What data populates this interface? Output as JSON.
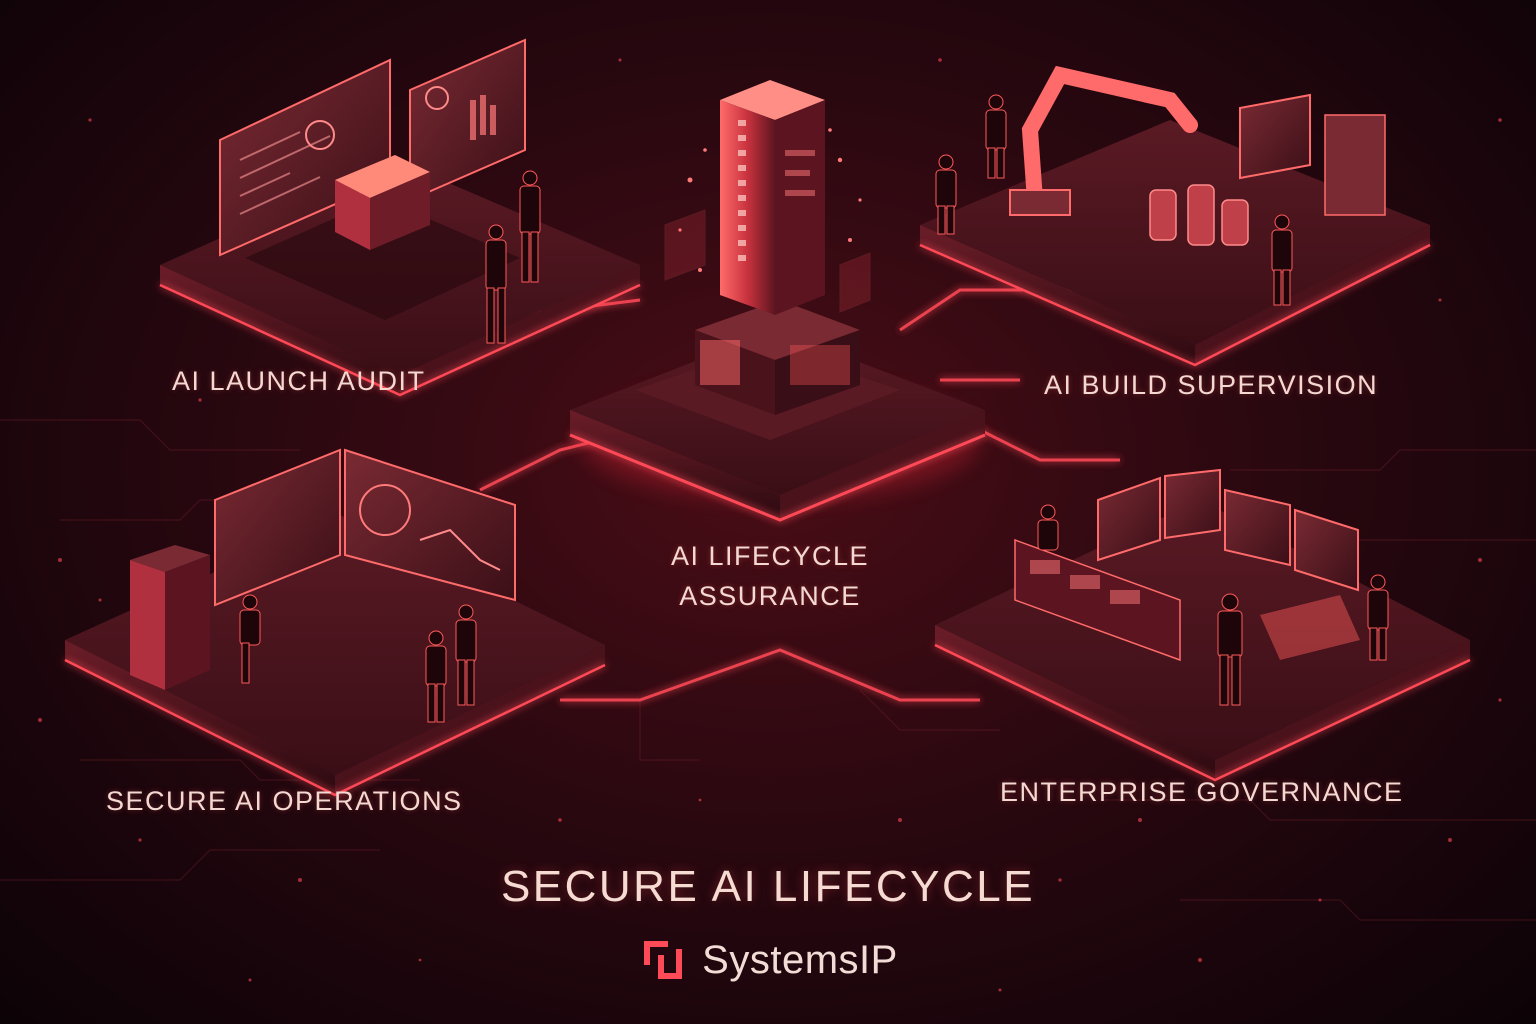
{
  "title": "SECURE AI LIFECYCLE",
  "brand": {
    "name": "SystemsIP",
    "logo_icon": "systemsip-logo-icon"
  },
  "colors": {
    "accent": "#ff4a57",
    "glow": "#ff2a3c",
    "text": "#f3d9d2",
    "background": "#1a0509"
  },
  "stages": [
    {
      "label": "AI LAUNCH AUDIT"
    },
    {
      "label_lines": [
        "AI LIFECYCLE",
        "ASSURANCE"
      ]
    },
    {
      "label": "AI BUILD SUPERVISION"
    },
    {
      "label": "SECURE AI OPERATIONS"
    },
    {
      "label": "ENTERPRISE GOVERNANCE"
    }
  ]
}
